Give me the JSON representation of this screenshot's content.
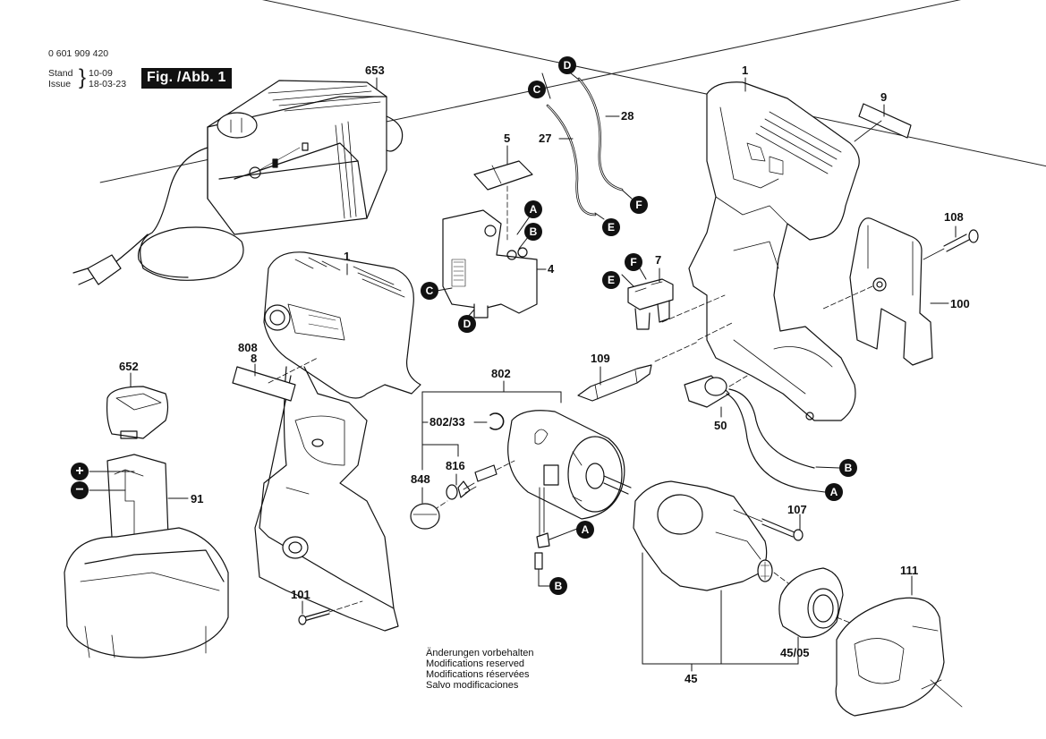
{
  "header": {
    "part_number": "0 601 909 420",
    "stand_label": "Stand",
    "issue_label": "Issue",
    "old_date": "10-09",
    "issue_date": "18-03-23",
    "figure_label": "Fig. /Abb. 1"
  },
  "part_labels": {
    "p653": "653",
    "p1_left": "1",
    "p1_right": "1",
    "p5": "5",
    "p27": "27",
    "p28": "28",
    "p4": "4",
    "p7": "7",
    "p9": "9",
    "p108": "108",
    "p100": "100",
    "p808": "808",
    "p8": "8",
    "p652": "652",
    "p91": "91",
    "p802": "802",
    "p802_33": "802/33",
    "p816": "816",
    "p848": "848",
    "p109": "109",
    "p50": "50",
    "p107": "107",
    "p111": "111",
    "p45_05": "45/05",
    "p45": "45",
    "p101": "101"
  },
  "connectors": {
    "A": "A",
    "B": "B",
    "C": "C",
    "D": "D",
    "E": "E",
    "F": "F",
    "plus": "+",
    "minus": "−"
  },
  "disclaimer": [
    "Änderungen vorbehalten",
    "Modifications reserved",
    "Modifications réservées",
    "Salvo modificaciones"
  ]
}
